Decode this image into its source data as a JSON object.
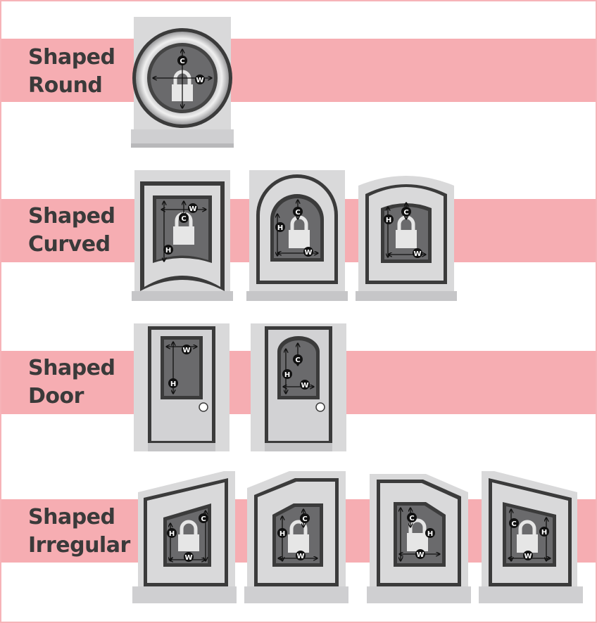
{
  "rows": [
    {
      "title": "Shaped",
      "subtitle": "Round"
    },
    {
      "title": "Shaped",
      "subtitle": "Curved"
    },
    {
      "title": "Shaped",
      "subtitle": "Door"
    },
    {
      "title": "Shaped",
      "subtitle": "Irregular"
    }
  ],
  "markers": {
    "center": "C",
    "width": "W",
    "height": "H"
  },
  "colors": {
    "band": "#f6adb2",
    "border": "#f6b3b8",
    "frame_light": "#d9d9da",
    "frame_dark": "#3b3b3b",
    "glass": "#6a6a6c",
    "label_text": "#3a3a3a"
  }
}
